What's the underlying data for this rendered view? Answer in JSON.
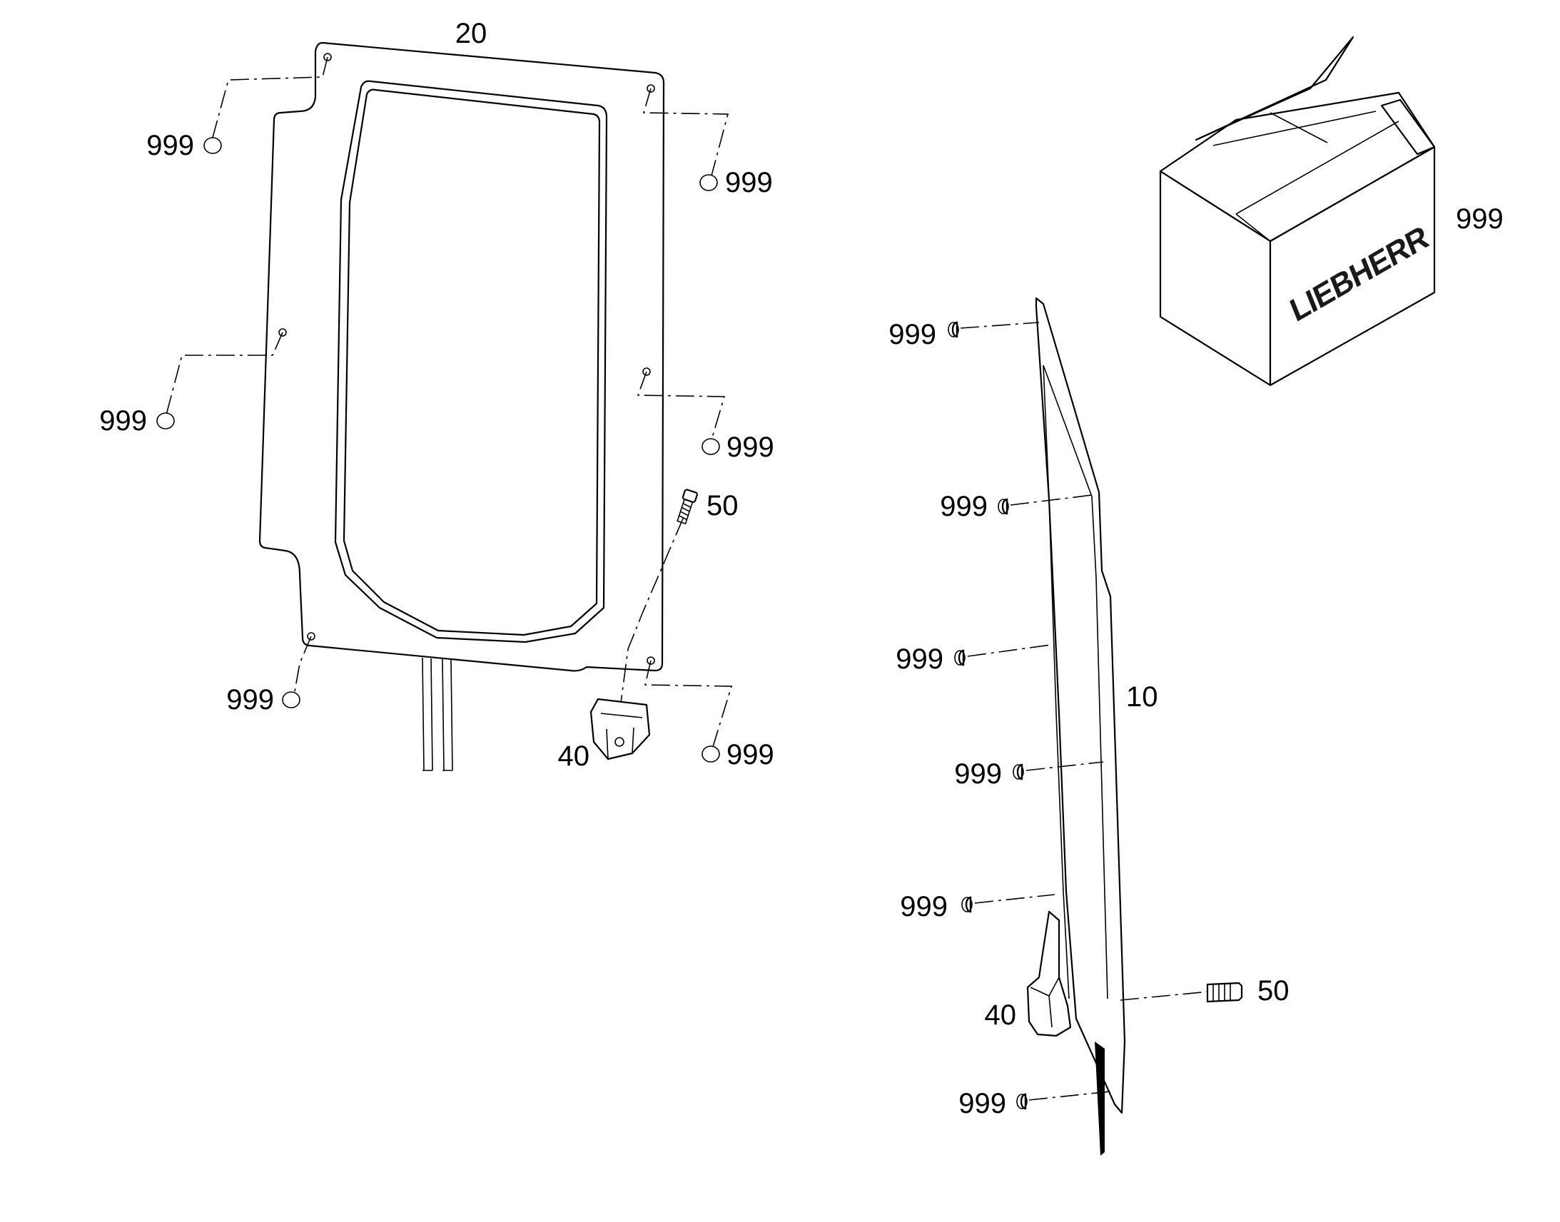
{
  "diagram": {
    "callouts": {
      "part_20": "20",
      "part_10": "10",
      "part_40_left": "40",
      "part_40_right": "40",
      "part_50_left": "50",
      "part_50_right": "50",
      "plug_left_1": "999",
      "plug_left_2": "999",
      "plug_left_3": "999",
      "plug_left_4": "999",
      "plug_left_5": "999",
      "plug_left_6": "999",
      "plug_right_1": "999",
      "plug_right_2": "999",
      "plug_right_3": "999",
      "plug_right_4": "999",
      "plug_right_5": "999",
      "plug_right_6": "999",
      "package": "999"
    },
    "package_logo": "LIEBHERR",
    "colors": {
      "line": "#000000",
      "background": "#ffffff"
    }
  }
}
